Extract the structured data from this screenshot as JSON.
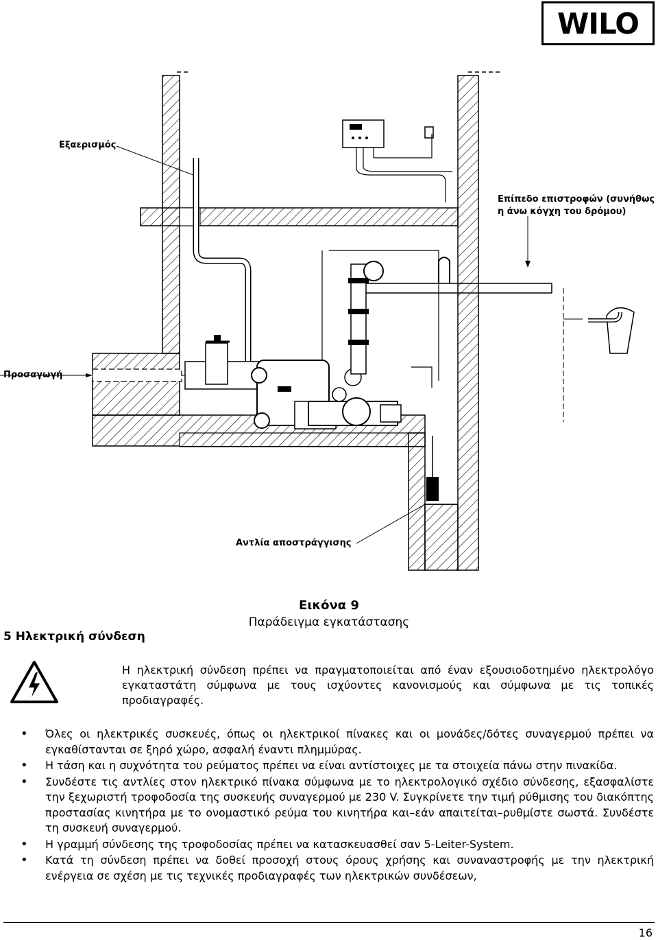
{
  "brand": {
    "logo_text": "WILO"
  },
  "figure": {
    "labels": {
      "ventilation": "Εξαερισμός",
      "inlet": "Προσαγωγή",
      "backflow_level_line1": "Επίπεδο επιστροφών (συνήθως",
      "backflow_level_line2": "η άνω κόγχη του δρόμου)",
      "drainage_pump": "Αντλία αποστράγγισης"
    },
    "caption_title": "Εικόνα 9",
    "caption_subtitle": "Παράδειγμα εγκατάστασης"
  },
  "section": {
    "heading": "5 Ηλεκτρική σύνδεση",
    "intro": "Η ηλεκτρική σύνδεση πρέπει να πραγματοποιείται από έναν εξουσιοδοτημένο ηλεκτρολόγο εγκαταστάτη σύμφωνα με τους ισχύοντες κανονισμούς και σύμφωνα με τις τοπικές προδιαγραφές.",
    "bullets": [
      "Όλες οι ηλεκτρικές συσκευές, όπως οι ηλεκτρικοί πίνακες και οι μονάδες/δότες συναγερμού πρέπει να εγκαθίστανται σε ξηρό χώρο, ασφαλή έναντι πλημμύρας.",
      "Η τάση και η συχνότητα του ρεύματος πρέπει να είναι αντίστοιχες με τα στοιχεία πάνω στην πινακίδα.",
      "Συνδέστε τις αντλίες στον ηλεκτρικό πίνακα σύμφωνα με το ηλεκτρολογικό σχέδιο σύνδεσης, εξασφαλίστε την ξεχωριστή τροφοδοσία της συσκευής συναγερμού με 230 V. Συγκρίνετε την τιμή ρύθμισης του διακόπτης προστασίας κινητήρα με το ονομαστικό ρεύμα του κινητήρα και–εάν απαιτείται–ρυθμίστε σωστά. Συνδέστε τη συσκευή συναγερμού.",
      "Η γραμμή σύνδεσης της τροφοδοσίας πρέπει να κατασκευασθεί σαν 5-Leiter-System.",
      "Κατά τη σύνδεση πρέπει να δοθεί προσοχή στους όρους χρήσης και συναναστροφής με την ηλεκτρική ενέργεια σε σχέση με τις τεχνικές προδιαγραφές των ηλεκτρικών συνδέσεων,"
    ]
  },
  "page_number": "16"
}
